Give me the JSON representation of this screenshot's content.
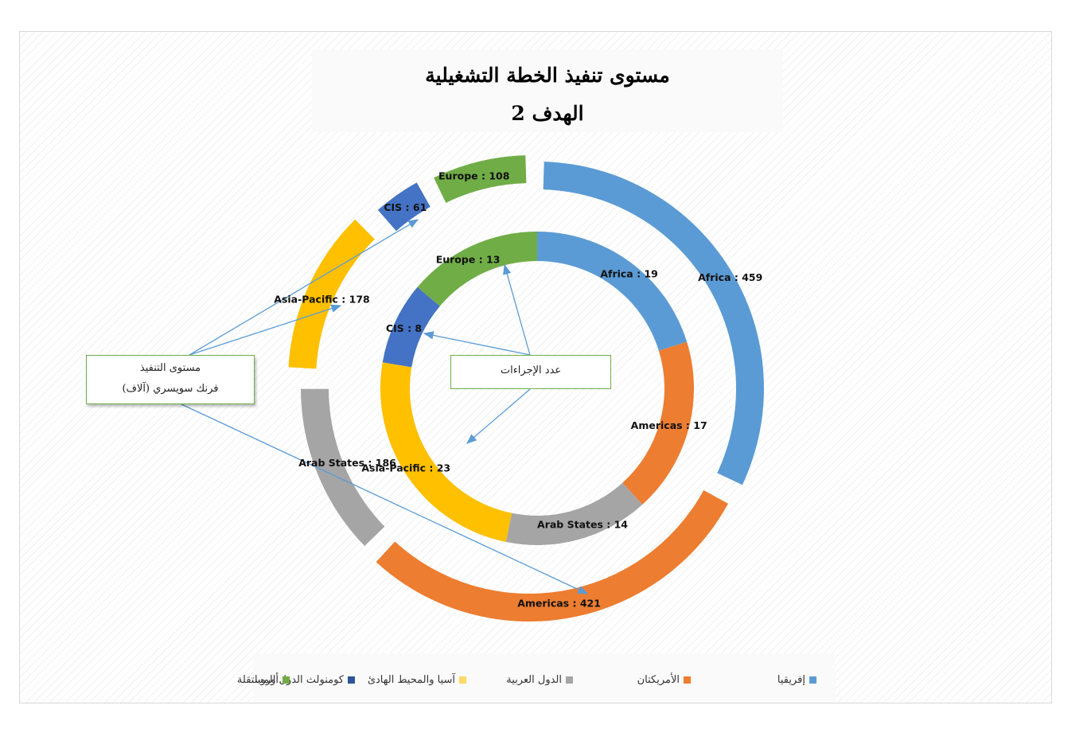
{
  "title": {
    "line1": "مستوى تنفيذ الخطة التشغيلية",
    "line2": "الهدف 2"
  },
  "callouts": {
    "implementation": {
      "line1": "مستوى التنفيذ",
      "line2": "فرنك سويسري (آلاف)"
    },
    "actions": {
      "line1": "عدد الإجراءات"
    }
  },
  "chart_data": {
    "type": "doughnut",
    "rings": [
      {
        "name": "عدد الإجراءات",
        "labels": [
          "Africa  : 19",
          "Americas : 17",
          "Arab States : 14",
          "Asia-Pacific : 23",
          "CIS : 8",
          "Europe : 13"
        ],
        "values": [
          19,
          17,
          14,
          23,
          8,
          13
        ]
      },
      {
        "name": "مستوى التنفيذ",
        "labels": [
          "Africa  : 459",
          "Americas : 421",
          "Arab States : 186",
          "Asia-Pacific : 178",
          "CIS : 61",
          "Europe : 108"
        ],
        "values": [
          459,
          421,
          186,
          178,
          61,
          108
        ]
      }
    ],
    "categories": [
      "Africa",
      "Americas",
      "Arab States",
      "Asia-Pacific",
      "CIS",
      "Europe"
    ],
    "legend": {
      "position": "bottom",
      "entries": [
        "إفريقيا",
        "الأمريكتان",
        "الدول العربية",
        "آسيا والمحيط الهادئ",
        "كومنولث الدول المستقلة",
        "أوروبا"
      ]
    },
    "colors": [
      "#5b9bd5",
      "#ed7d31",
      "#a5a5a5",
      "#ffc000",
      "#4472c4",
      "#70ad47"
    ],
    "legend_colors": [
      "#5b9bd5",
      "#ed7d31",
      "#a5a5a5",
      "#ffd966",
      "#2f5597",
      "#70ad47"
    ]
  }
}
